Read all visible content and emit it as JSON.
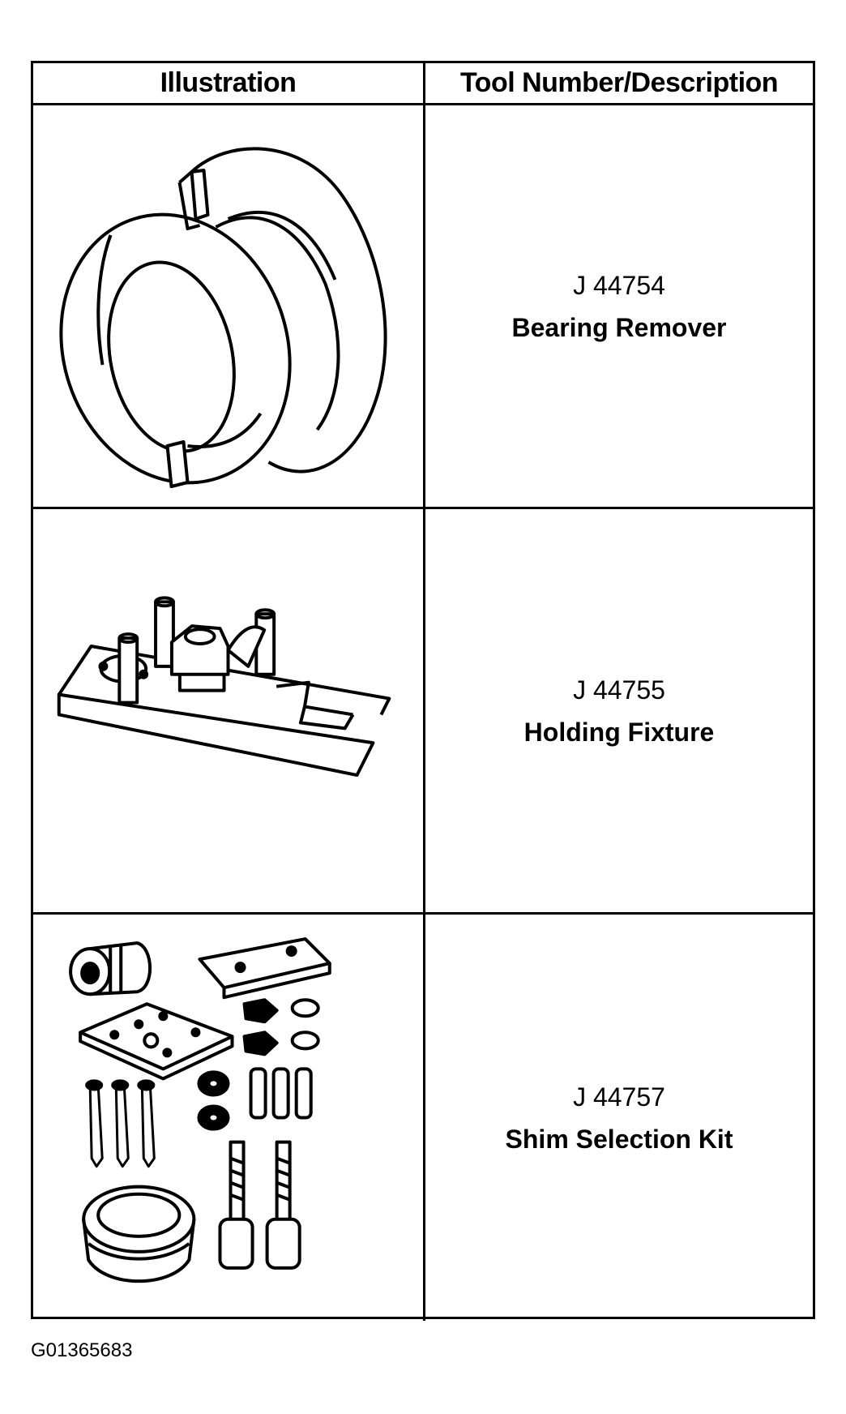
{
  "table": {
    "headers": [
      "Illustration",
      "Tool Number/Description"
    ],
    "rows": [
      {
        "tool_number": "J 44754",
        "description": "Bearing Remover",
        "illustration_icon": "bearing-remover-icon"
      },
      {
        "tool_number": "J 44755",
        "description": "Holding Fixture",
        "illustration_icon": "holding-fixture-icon"
      },
      {
        "tool_number": "J 44757",
        "description": "Shim Selection Kit",
        "illustration_icon": "shim-selection-kit-icon"
      }
    ]
  },
  "figure_id": "G01365683"
}
